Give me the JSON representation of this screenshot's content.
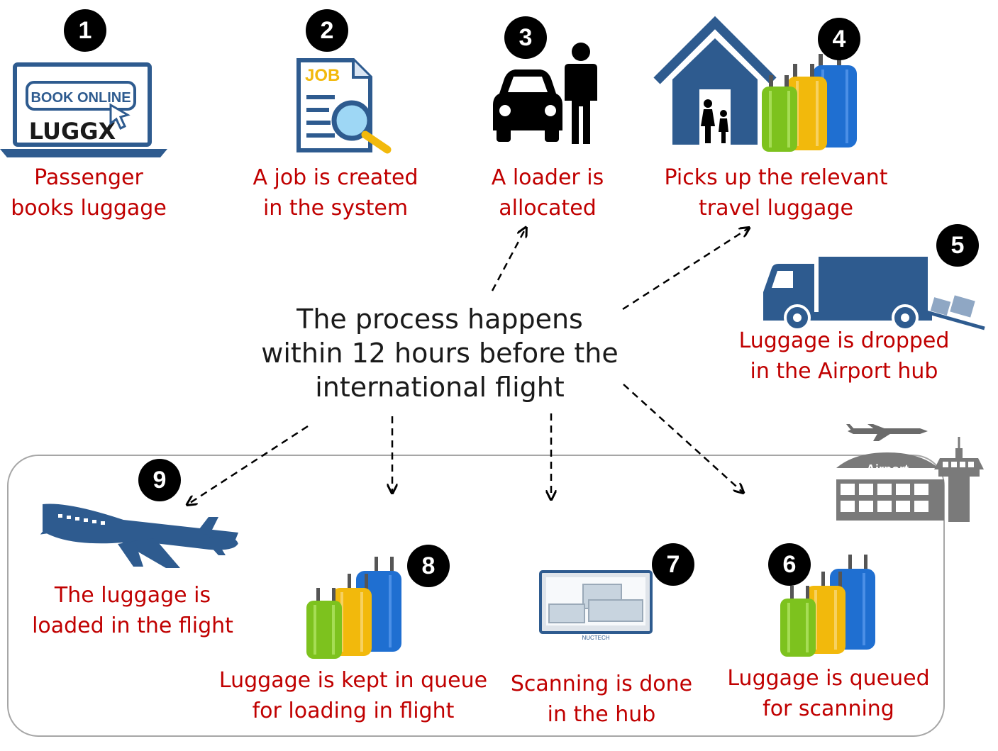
{
  "center_text": {
    "line1": "The process happens",
    "line2": "within 12 hours before the",
    "line3": "international flight"
  },
  "steps": [
    {
      "number": "1",
      "line1": "Passenger",
      "line2": "books luggage",
      "icon": "laptop-book-online-icon",
      "icon_text_1": "BOOK ONLINE",
      "icon_text_2": "LUGGX"
    },
    {
      "number": "2",
      "line1": "A job is created",
      "line2": "in the system",
      "icon": "job-document-search-icon",
      "icon_text_1": "JOB"
    },
    {
      "number": "3",
      "line1": "A loader is",
      "line2": "allocated",
      "icon": "car-and-person-icon"
    },
    {
      "number": "4",
      "line1": "Picks up the relevant",
      "line2": "travel luggage",
      "icon": "house-family-luggage-icon"
    },
    {
      "number": "5",
      "line1": "Luggage is dropped",
      "line2": "in the Airport hub",
      "icon": "delivery-truck-icon"
    },
    {
      "number": "6",
      "line1": "Luggage is queued",
      "line2": "for scanning",
      "icon": "suitcases-icon"
    },
    {
      "number": "7",
      "line1": "Scanning is done",
      "line2": "in the hub",
      "icon": "scanner-monitor-icon",
      "icon_text_1": "NUCTECH"
    },
    {
      "number": "8",
      "line1": "Luggage is kept in queue",
      "line2": "for loading in flight",
      "icon": "suitcases-icon"
    },
    {
      "number": "9",
      "line1": "The luggage is",
      "line2": "loaded in the flight",
      "icon": "airplane-icon"
    }
  ],
  "airport": {
    "label": "Airport",
    "icon": "airport-building-icon"
  },
  "colors": {
    "caption_red": "#c00000",
    "icon_blue": "#2e5b8f",
    "luggage_green": "#7dc21e",
    "luggage_yellow": "#f2b90c",
    "luggage_blue": "#1f6fd1",
    "box_border": "#a6a6a6"
  }
}
